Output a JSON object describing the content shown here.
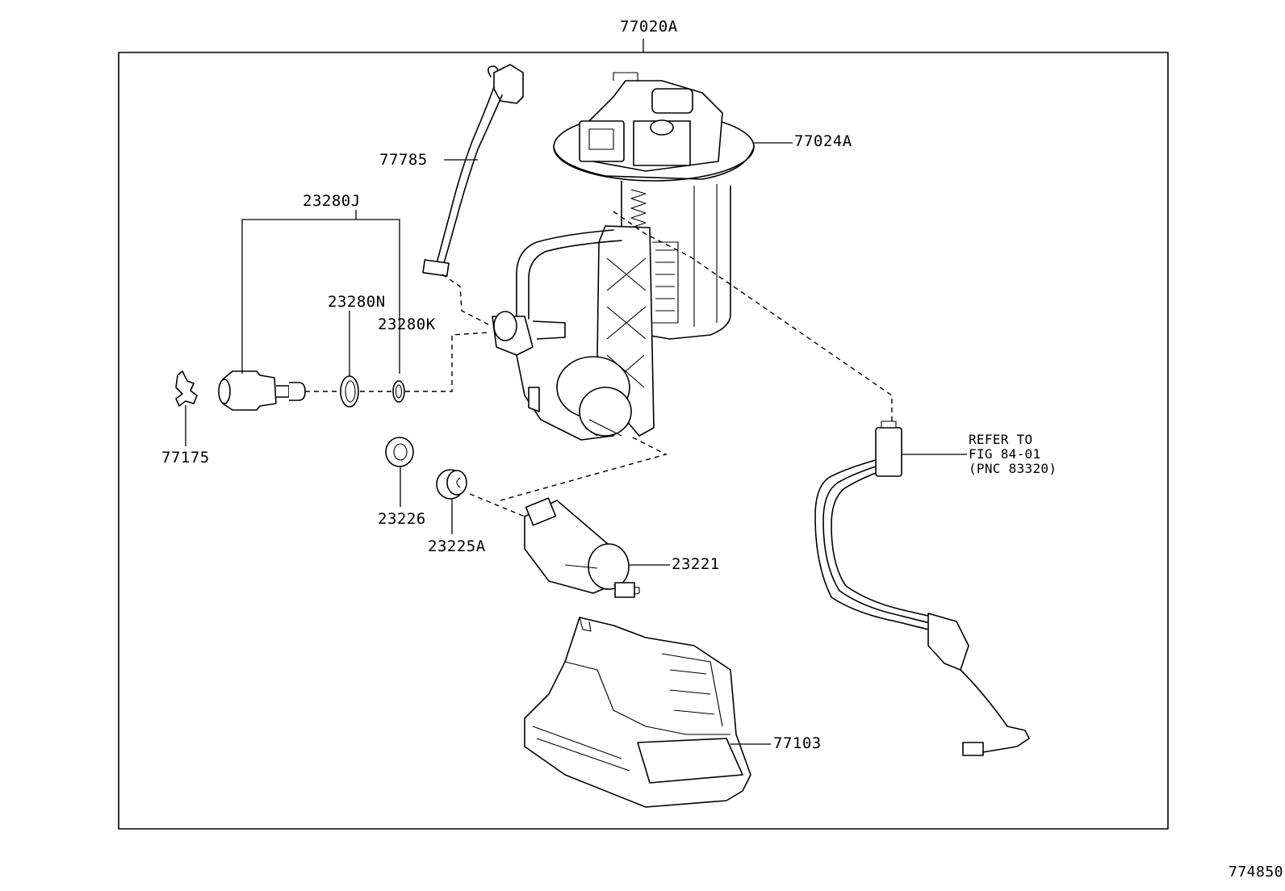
{
  "figure_id": "774850",
  "assembly_label": "77020A",
  "parts": {
    "p77024A": "77024A",
    "p77785": "77785",
    "p23280J": "23280J",
    "p23280N": "23280N",
    "p23280K": "23280K",
    "p77175": "77175",
    "p23226": "23226",
    "p23225A": "23225A",
    "p23221": "23221",
    "p77103": "77103"
  },
  "reference_note": {
    "line1": "REFER TO",
    "line2": "FIG 84-01",
    "line3": "(PNC 83320)"
  }
}
